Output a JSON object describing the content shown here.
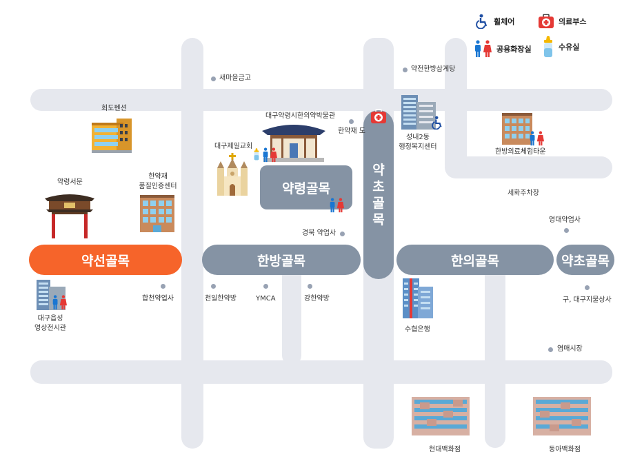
{
  "legend": {
    "wheelchair": "휠체어",
    "medical_booth": "의료부스",
    "public_restroom": "공용화장실",
    "nursing_room": "수유실"
  },
  "alleys": {
    "yakseon": "약선골목",
    "hanbang": "한방골목",
    "yakcho_vertical": [
      "약",
      "초",
      "골",
      "목"
    ],
    "hanui": "한의골목",
    "yakcho": "약초골목",
    "yakryeong": "약령골목"
  },
  "places": {
    "saemaeul": "새마을금고",
    "yakjeon": "약전한방삼계탕",
    "hoedo": "회도펜션",
    "museum": "대구약령시한의약박물관",
    "hanyakjae_do": "한약재 도",
    "seongnae_1": "성내2동",
    "seongnae_2": "행정복지센터",
    "hanbang_town": "한방의료체험타운",
    "church": "대구제일교회",
    "yakryeong_gate": "약령서문",
    "certification_1": "한약재",
    "certification_2": "품질인증센터",
    "sehwa_parking": "세화주차장",
    "yeongdae": "영대약업사",
    "gyeongbuk": "경북 약업사",
    "hapcheon": "합천약업사",
    "cheonil": "천일한약방",
    "ymca": "YMCA",
    "ganghan": "강한약방",
    "daegu_jimul": "구, 대구지물상사",
    "eupseong_1": "대구읍성",
    "eupseong_2": "영상전시관",
    "suhyup": "수협은행",
    "yeommae": "염매시장",
    "hyundai": "현대백화점",
    "donga": "동아백화점"
  },
  "colors": {
    "road": "#e6e8ee",
    "alley": "#8593a4",
    "alley_active": "#f6642a",
    "dot": "#98a2b3",
    "wheelchair": "#1f4fa3",
    "medical": "#e53935",
    "restroom_male": "#1976d2",
    "restroom_female": "#e53935"
  },
  "icons": [
    "wheelchair-icon",
    "first-aid-icon",
    "restroom-icon",
    "baby-bottle-icon",
    "building-icon",
    "gate-icon",
    "church-icon",
    "hanok-icon",
    "department-store-icon",
    "bank-tower-icon"
  ]
}
